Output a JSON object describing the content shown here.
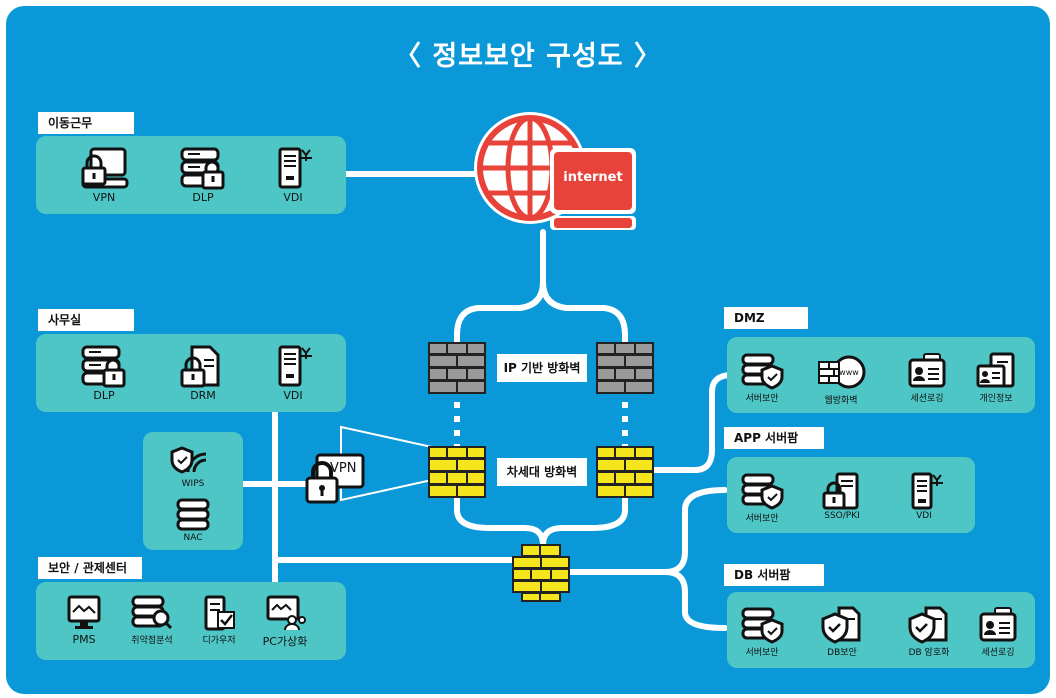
{
  "title": "〈 정보보안 구성도 〉",
  "internet": {
    "label": "internet"
  },
  "firewalls": {
    "ip_label": "IP 기반 방화벽",
    "ngfw_label": "차세대 방화벽"
  },
  "vpn_gateway": {
    "label": "VPN"
  },
  "mobile": {
    "title": "이동근무",
    "items": [
      {
        "label": "VPN",
        "icon": "laptop-lock-icon"
      },
      {
        "label": "DLP",
        "icon": "server-lock-icon"
      },
      {
        "label": "VDI",
        "icon": "pc-tower-icon"
      }
    ]
  },
  "office": {
    "title": "사무실",
    "items": [
      {
        "label": "DLP",
        "icon": "server-lock-icon"
      },
      {
        "label": "DRM",
        "icon": "document-lock-icon"
      },
      {
        "label": "VDI",
        "icon": "pc-tower-icon"
      }
    ],
    "sub_items": [
      {
        "label": "WIPS",
        "icon": "wireless-shield-icon"
      },
      {
        "label": "NAC",
        "icon": "server-stack-icon"
      }
    ]
  },
  "security_center": {
    "title": "보안 / 관제센터",
    "items": [
      {
        "label": "PMS",
        "icon": "monitor-icon"
      },
      {
        "label": "취약점분석",
        "icon": "server-search-icon"
      },
      {
        "label": "디가우저",
        "icon": "device-check-icon"
      },
      {
        "label": "PC가상화",
        "icon": "monitor-users-icon"
      }
    ]
  },
  "dmz": {
    "title": "DMZ",
    "items": [
      {
        "label": "서버보안",
        "icon": "server-shield-icon"
      },
      {
        "label": "웹방화벽",
        "icon": "web-firewall-icon"
      },
      {
        "label": "세션로깅",
        "icon": "id-card-icon"
      },
      {
        "label": "개인정보",
        "icon": "personal-info-icon"
      }
    ]
  },
  "app_farm": {
    "title": "APP 서버팜",
    "items": [
      {
        "label": "서버보안",
        "icon": "server-shield-icon"
      },
      {
        "label": "SSO/PKI",
        "icon": "server-lock-icon"
      },
      {
        "label": "VDI",
        "icon": "pc-tower-icon"
      }
    ]
  },
  "db_farm": {
    "title": "DB 서버팜",
    "items": [
      {
        "label": "서버보안",
        "icon": "server-shield-icon"
      },
      {
        "label": "DB보안",
        "icon": "document-shield-icon"
      },
      {
        "label": "DB 암호화",
        "icon": "document-shield-icon"
      },
      {
        "label": "세션로깅",
        "icon": "id-card-icon"
      }
    ]
  },
  "colors": {
    "background": "#0a98d8",
    "panel": "#4fc6c6",
    "internet": "#e8433a",
    "firewall_gray": "#9a9a9a",
    "firewall_yellow": "#f4e51c"
  }
}
